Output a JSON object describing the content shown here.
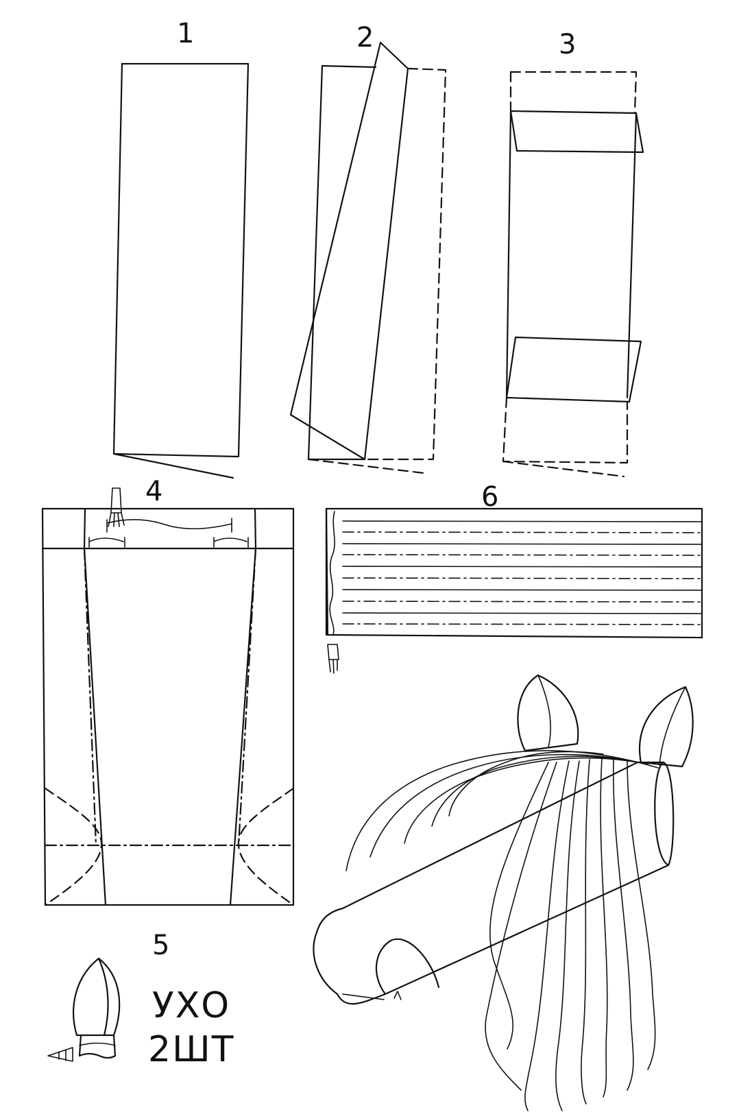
{
  "steps": {
    "s1": "1",
    "s2": "2",
    "s3": "3",
    "s4": "4",
    "s5": "5",
    "s6": "6"
  },
  "ear": {
    "line1": "УХО",
    "line2": "2ШТ"
  },
  "icons": [
    "glue-brush-icon"
  ]
}
